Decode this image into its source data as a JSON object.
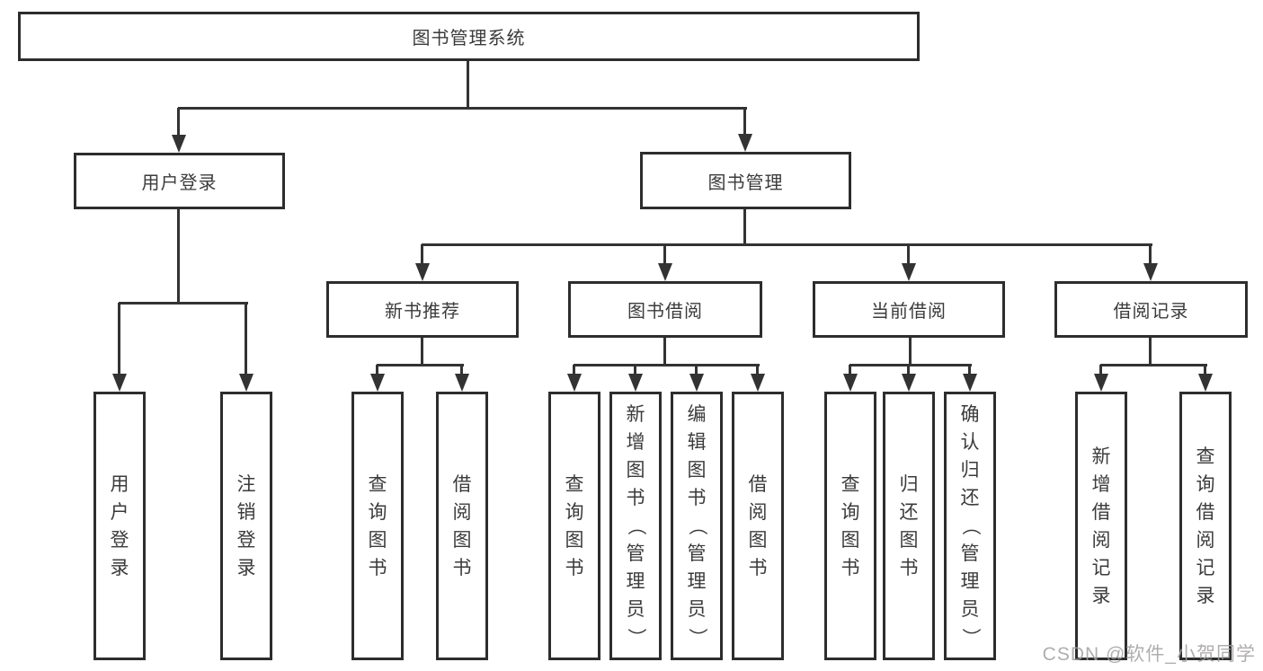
{
  "diagram": {
    "root": {
      "label": "图书管理系统"
    },
    "level1": {
      "user_login": {
        "label": "用户登录"
      },
      "book_management": {
        "label": "图书管理"
      }
    },
    "level2": {
      "new_book": {
        "label": "新书推荐"
      },
      "book_borrow": {
        "label": "图书借阅"
      },
      "current_borrow": {
        "label": "当前借阅"
      },
      "borrow_records": {
        "label": "借阅记录"
      }
    },
    "leaves": {
      "user_login": [
        "用户登录",
        "注销登录"
      ],
      "new_book": [
        "查询图书",
        "借阅图书"
      ],
      "book_borrow": [
        "查询图书",
        "新增图书（管理员）",
        "编辑图书（管理员）",
        "借阅图书"
      ],
      "current_borrow": [
        "查询图书",
        "归还图书",
        "确认归还（管理员）"
      ],
      "borrow_records": [
        "新增借阅记录",
        "查询借阅记录"
      ]
    },
    "watermark": "CSDN @软件_小贺同学",
    "colors": {
      "line": "#333333",
      "border": "#2d2d2d",
      "text": "#3b3b3b",
      "watermark": "#a39f9f",
      "background": "#ffffff"
    }
  }
}
